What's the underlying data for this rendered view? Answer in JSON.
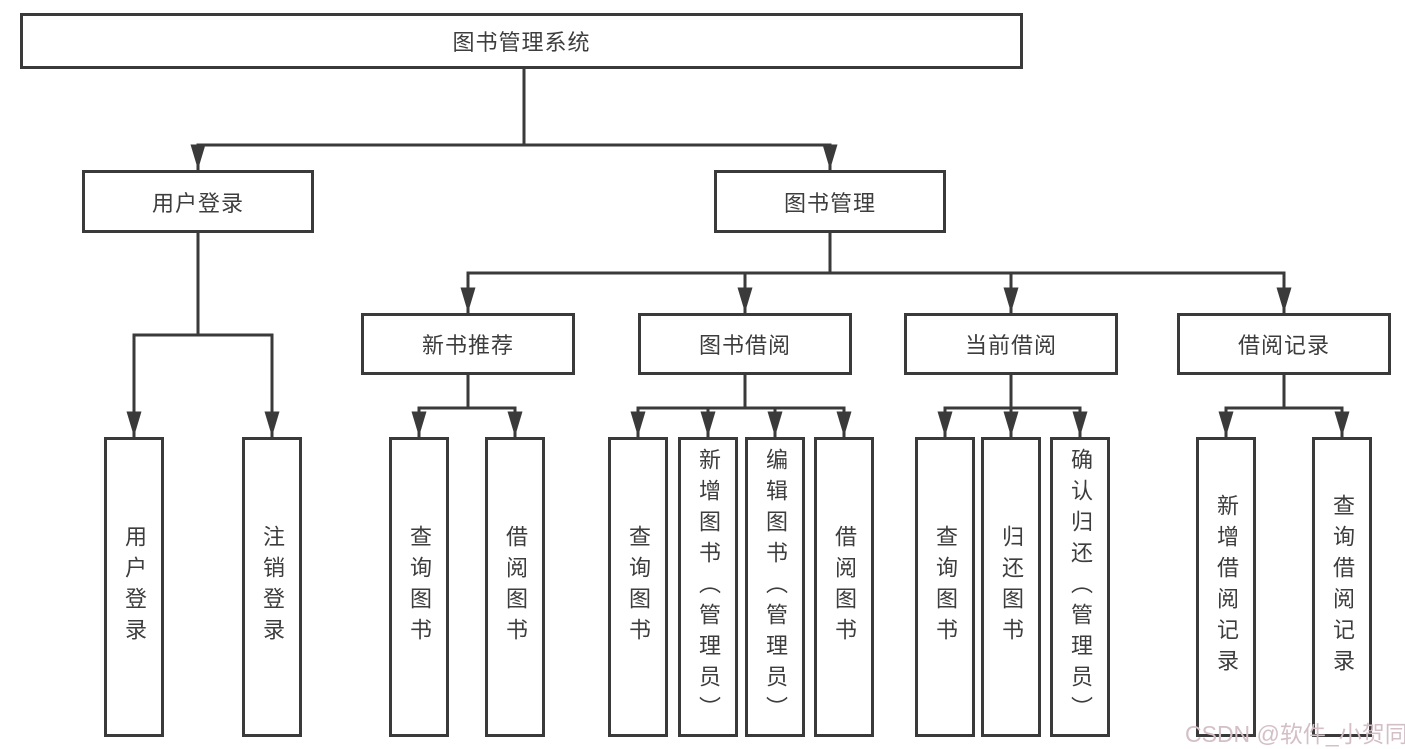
{
  "colors": {
    "line": "#3a3a3a",
    "text": "#3d3d3d",
    "background": "#ffffff",
    "box_background": "#ffffff",
    "watermark": "#d4bfc6"
  },
  "tree": {
    "root": {
      "label": "图书管理系统"
    },
    "level2": {
      "user_login": {
        "label": "用户登录"
      },
      "book_management": {
        "label": "图书管理"
      }
    },
    "user_login_children": [
      {
        "label": "用户登录"
      },
      {
        "label": "注销登录"
      }
    ],
    "modules": [
      {
        "label": "新书推荐"
      },
      {
        "label": "图书借阅"
      },
      {
        "label": "当前借阅"
      },
      {
        "label": "借阅记录"
      }
    ],
    "recommend_children": [
      {
        "label": "查询图书"
      },
      {
        "label": "借阅图书"
      }
    ],
    "borrow_children": [
      {
        "label": "查询图书"
      },
      {
        "label": "新增图书（管理员）"
      },
      {
        "label": "编辑图书（管理员）"
      },
      {
        "label": "借阅图书"
      }
    ],
    "current_children": [
      {
        "label": "查询图书"
      },
      {
        "label": "归还图书"
      },
      {
        "label": "确认归还（管理员）"
      }
    ],
    "record_children": [
      {
        "label": "新增借阅记录"
      },
      {
        "label": "查询借阅记录"
      }
    ]
  },
  "watermark": {
    "text": "CSDN @软件_小贺同学"
  }
}
